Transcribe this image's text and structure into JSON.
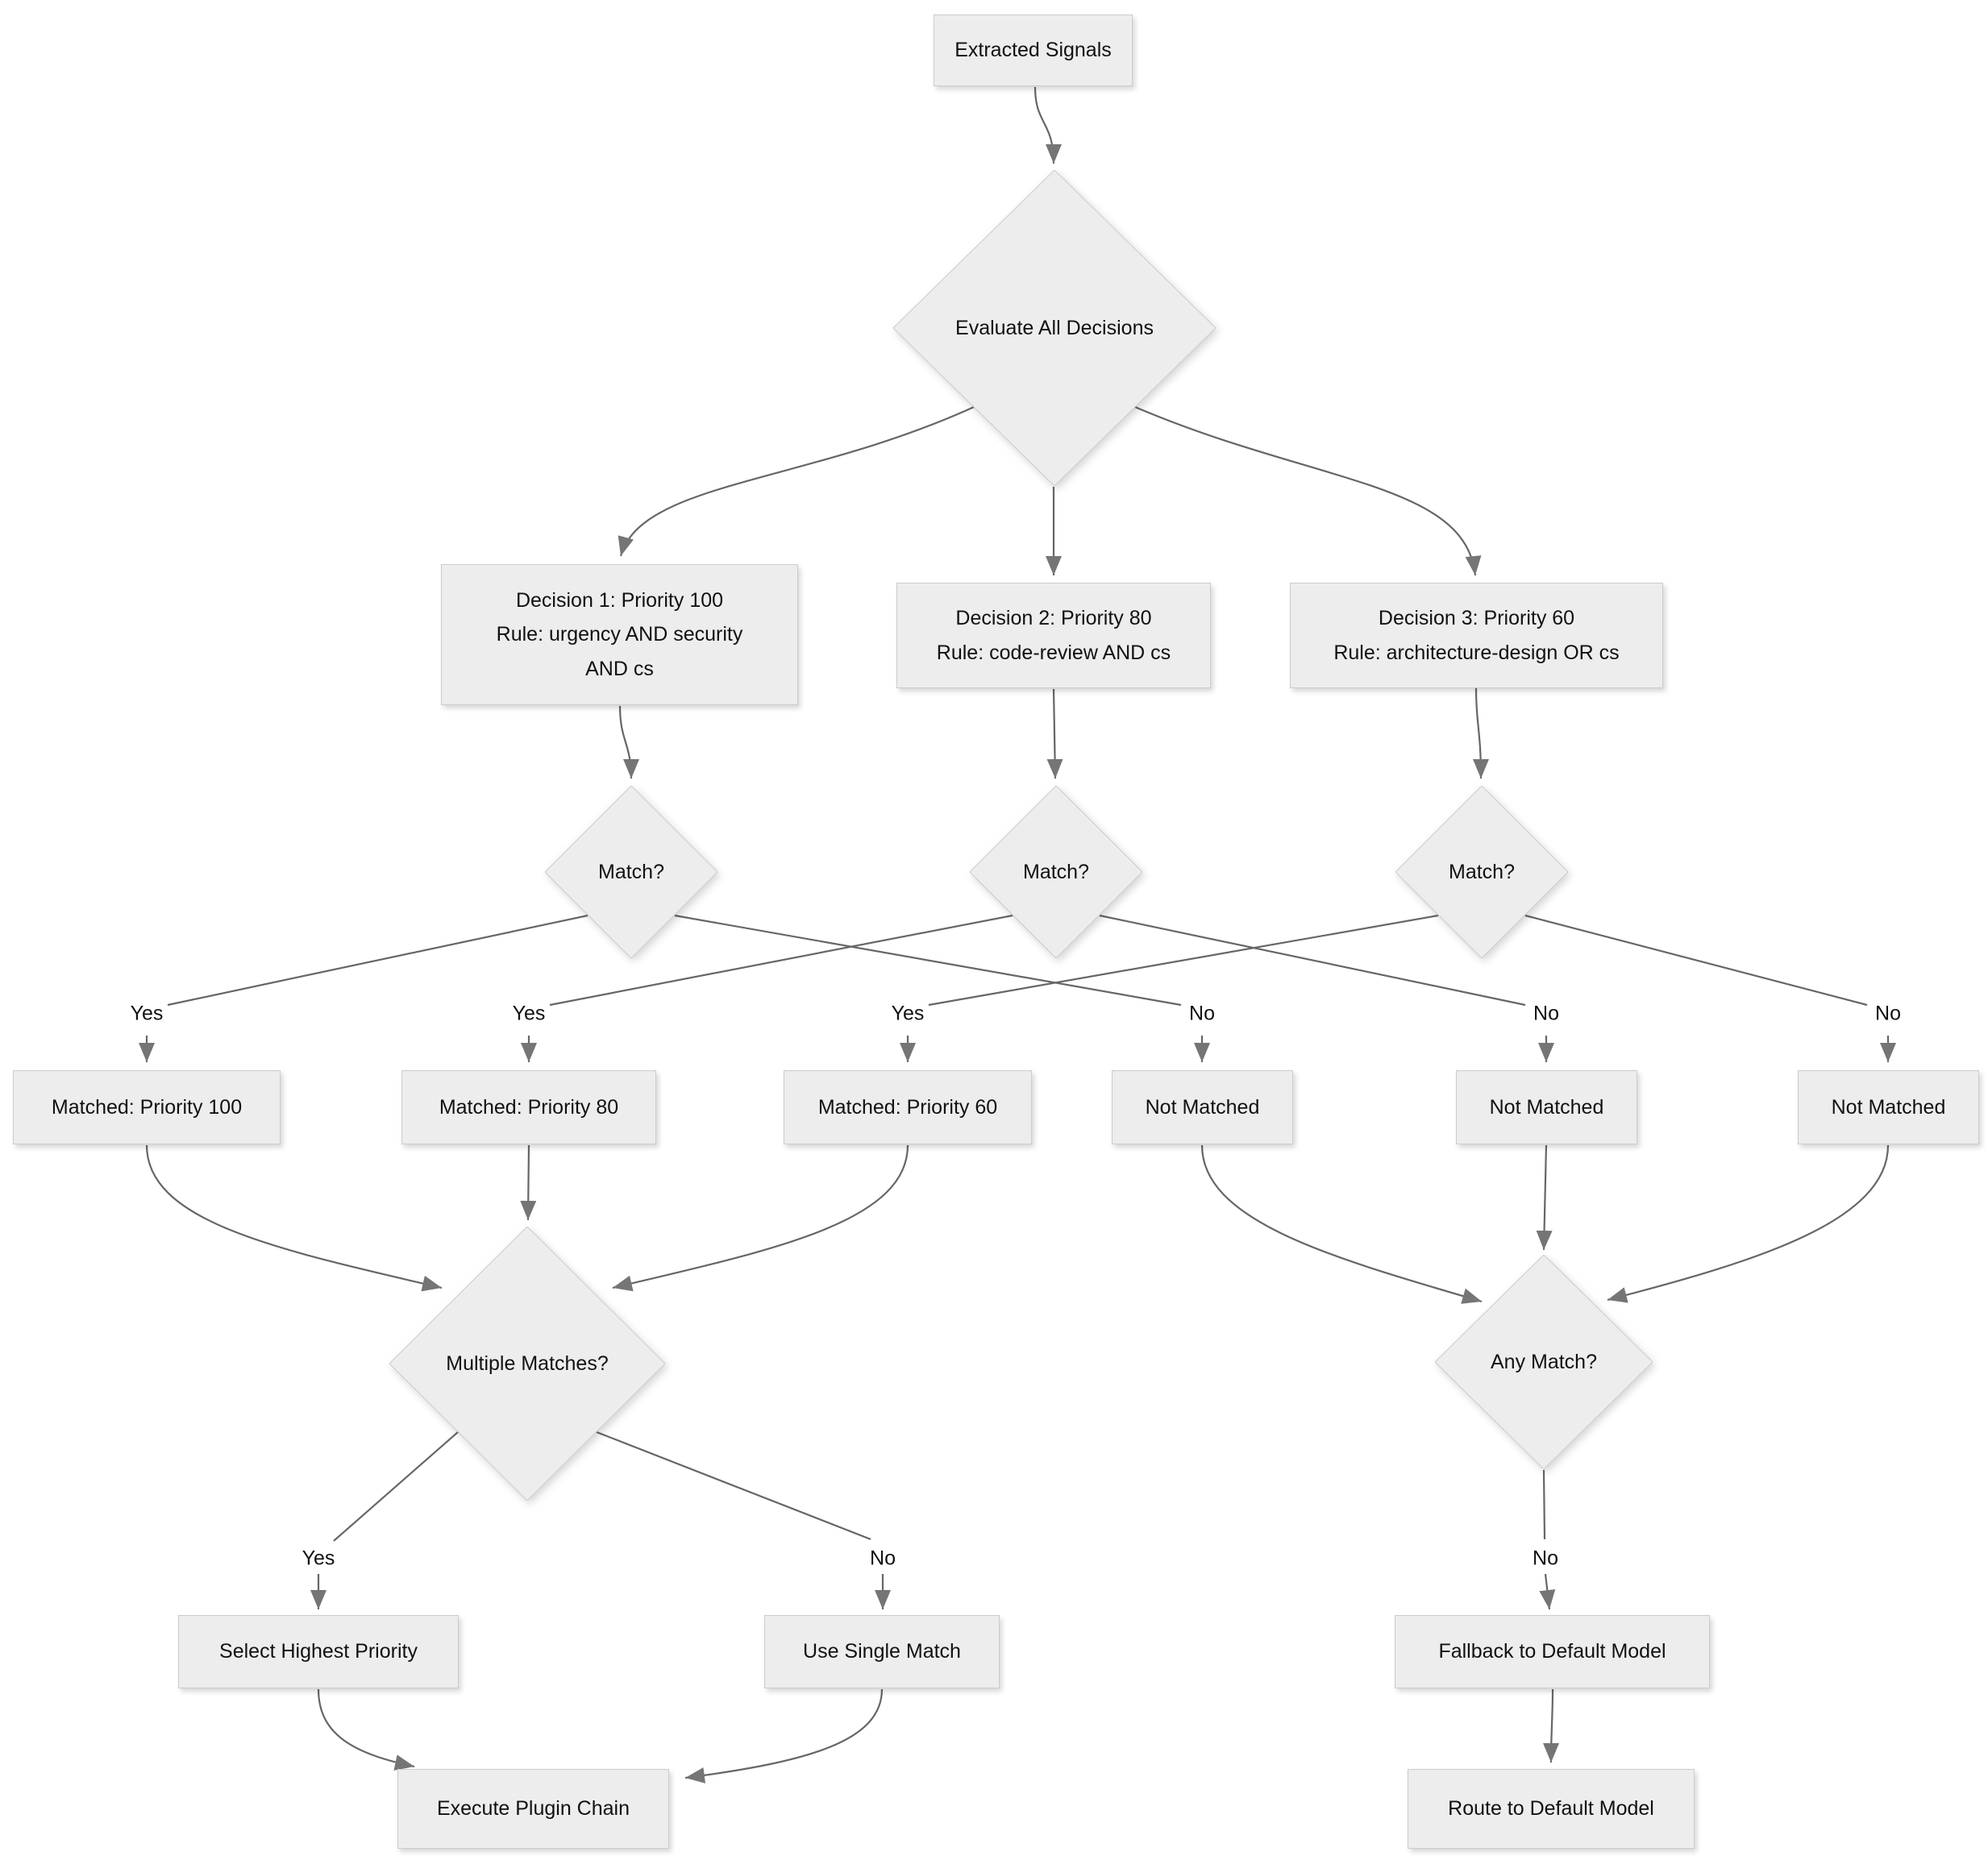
{
  "diagram": {
    "type": "flowchart",
    "nodes": {
      "extracted_signals": {
        "label": "Extracted Signals",
        "shape": "rect"
      },
      "evaluate_all_decisions": {
        "label": "Evaluate All Decisions",
        "shape": "diamond"
      },
      "decision1": {
        "label": "Decision 1: Priority 100\nRule: urgency AND security\nAND cs",
        "shape": "rect"
      },
      "decision2": {
        "label": "Decision 2: Priority 80\nRule: code-review AND cs",
        "shape": "rect"
      },
      "decision3": {
        "label": "Decision 3: Priority 60\nRule: architecture-design OR cs",
        "shape": "rect"
      },
      "match1": {
        "label": "Match?",
        "shape": "diamond"
      },
      "match2": {
        "label": "Match?",
        "shape": "diamond"
      },
      "match3": {
        "label": "Match?",
        "shape": "diamond"
      },
      "matched100": {
        "label": "Matched: Priority 100",
        "shape": "rect"
      },
      "matched80": {
        "label": "Matched: Priority 80",
        "shape": "rect"
      },
      "matched60": {
        "label": "Matched: Priority 60",
        "shape": "rect"
      },
      "not_matched1": {
        "label": "Not Matched",
        "shape": "rect"
      },
      "not_matched2": {
        "label": "Not Matched",
        "shape": "rect"
      },
      "not_matched3": {
        "label": "Not Matched",
        "shape": "rect"
      },
      "multiple_matches": {
        "label": "Multiple Matches?",
        "shape": "diamond"
      },
      "any_match": {
        "label": "Any Match?",
        "shape": "diamond"
      },
      "select_highest": {
        "label": "Select Highest Priority",
        "shape": "rect"
      },
      "use_single": {
        "label": "Use Single Match",
        "shape": "rect"
      },
      "fallback": {
        "label": "Fallback to Default Model",
        "shape": "rect"
      },
      "execute_chain": {
        "label": "Execute Plugin Chain",
        "shape": "rect"
      },
      "route_default": {
        "label": "Route to Default Model",
        "shape": "rect"
      }
    },
    "edge_labels": {
      "yes": "Yes",
      "no": "No"
    },
    "edges": [
      {
        "from": "extracted_signals",
        "to": "evaluate_all_decisions",
        "label": ""
      },
      {
        "from": "evaluate_all_decisions",
        "to": "decision1",
        "label": ""
      },
      {
        "from": "evaluate_all_decisions",
        "to": "decision2",
        "label": ""
      },
      {
        "from": "evaluate_all_decisions",
        "to": "decision3",
        "label": ""
      },
      {
        "from": "decision1",
        "to": "match1",
        "label": ""
      },
      {
        "from": "decision2",
        "to": "match2",
        "label": ""
      },
      {
        "from": "decision3",
        "to": "match3",
        "label": ""
      },
      {
        "from": "match1",
        "to": "matched100",
        "label": "Yes"
      },
      {
        "from": "match1",
        "to": "not_matched1",
        "label": "No"
      },
      {
        "from": "match2",
        "to": "matched80",
        "label": "Yes"
      },
      {
        "from": "match2",
        "to": "not_matched2",
        "label": "No"
      },
      {
        "from": "match3",
        "to": "matched60",
        "label": "Yes"
      },
      {
        "from": "match3",
        "to": "not_matched3",
        "label": "No"
      },
      {
        "from": "matched100",
        "to": "multiple_matches",
        "label": ""
      },
      {
        "from": "matched80",
        "to": "multiple_matches",
        "label": ""
      },
      {
        "from": "matched60",
        "to": "multiple_matches",
        "label": ""
      },
      {
        "from": "not_matched1",
        "to": "any_match",
        "label": ""
      },
      {
        "from": "not_matched2",
        "to": "any_match",
        "label": ""
      },
      {
        "from": "not_matched3",
        "to": "any_match",
        "label": ""
      },
      {
        "from": "multiple_matches",
        "to": "select_highest",
        "label": "Yes"
      },
      {
        "from": "multiple_matches",
        "to": "use_single",
        "label": "No"
      },
      {
        "from": "any_match",
        "to": "fallback",
        "label": "No"
      },
      {
        "from": "select_highest",
        "to": "execute_chain",
        "label": ""
      },
      {
        "from": "use_single",
        "to": "execute_chain",
        "label": ""
      },
      {
        "from": "fallback",
        "to": "route_default",
        "label": ""
      }
    ],
    "colors": {
      "background": "#ffffff",
      "node_fill": "#ededed",
      "node_border": "#cccccc",
      "edge": "#666666",
      "arrowhead": "#757575",
      "text": "#111111"
    }
  }
}
